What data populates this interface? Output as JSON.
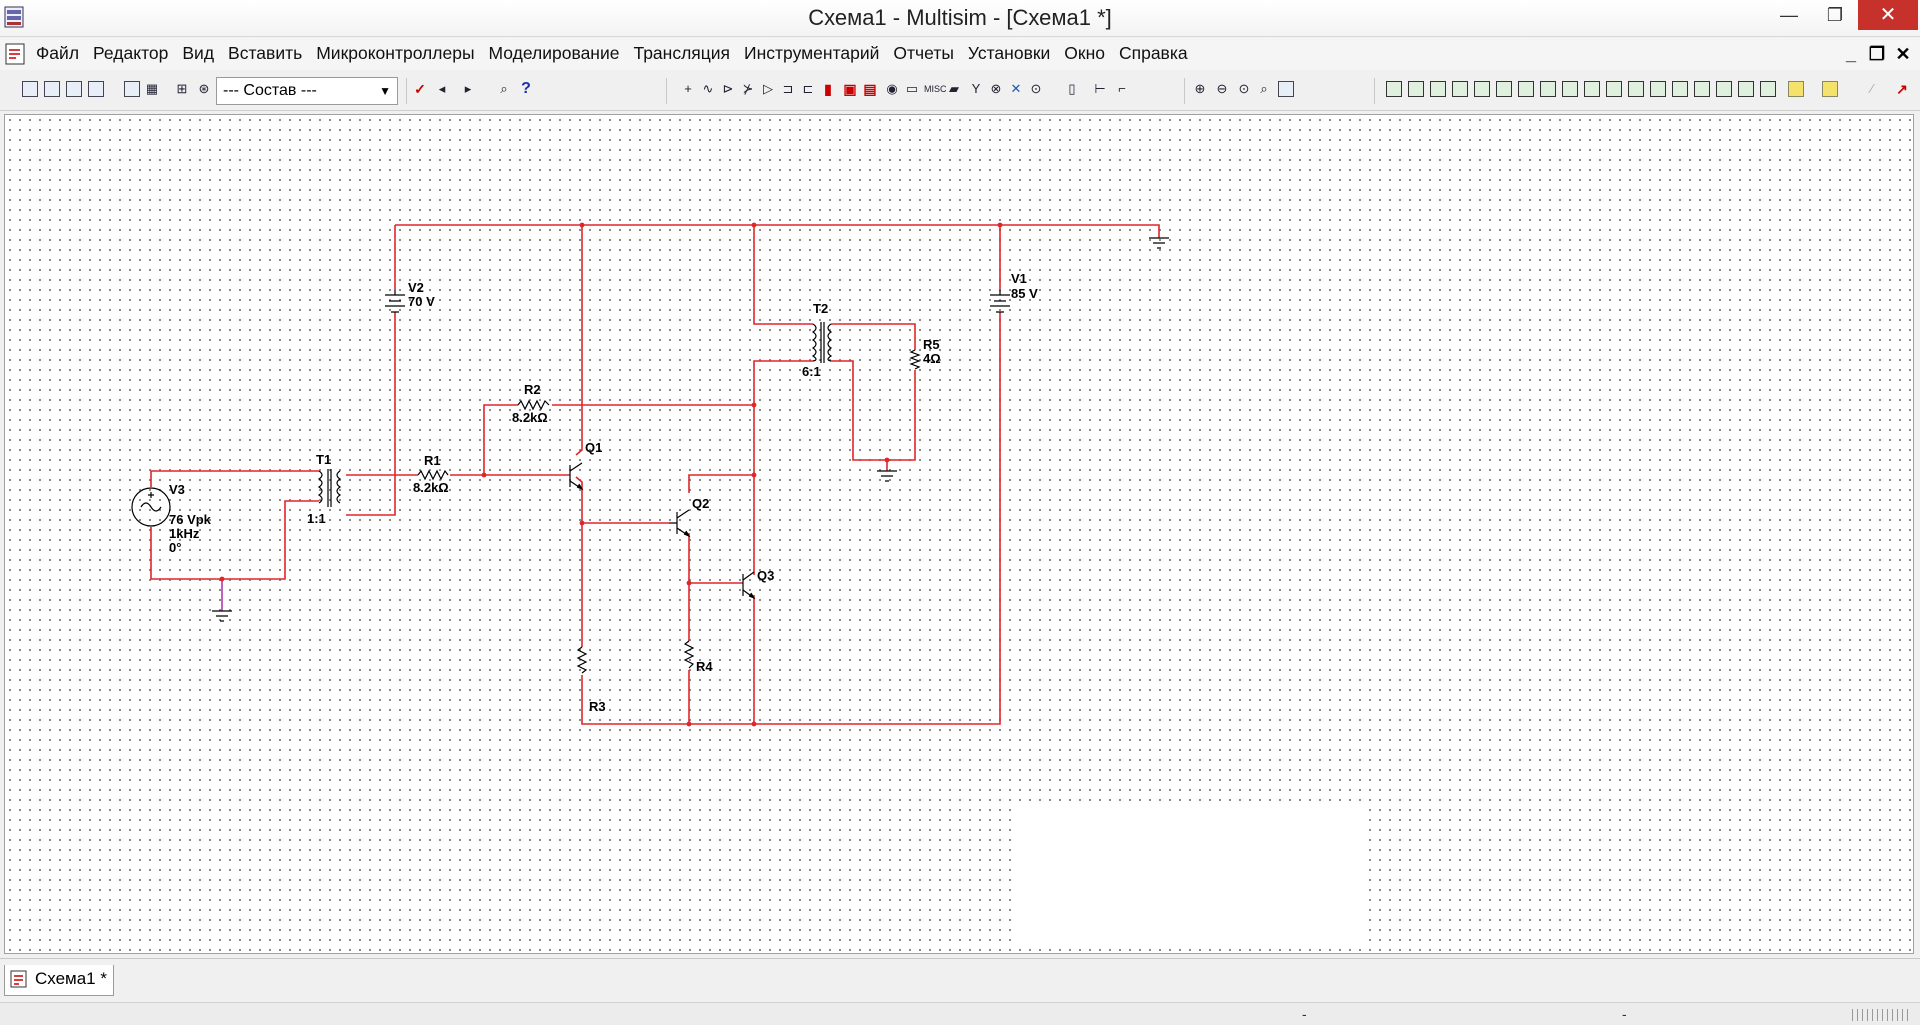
{
  "window": {
    "title": "Схема1 - Multisim - [Схема1 *]",
    "minimize": "—",
    "maximize": "❐",
    "close": "✕"
  },
  "menu": {
    "items": [
      "Файл",
      "Редактор",
      "Вид",
      "Вставить",
      "Микроконтроллеры",
      "Моделирование",
      "Трансляция",
      "Инструментарий",
      "Отчеты",
      "Установки",
      "Окно",
      "Справка"
    ],
    "doc_minimize": "_",
    "doc_restore": "❐",
    "doc_close": "✕"
  },
  "toolbar": {
    "component_select": "--- Состав ---",
    "help_icon": "?"
  },
  "schematic": {
    "components": {
      "v1": {
        "ref": "V1",
        "value": "85 V"
      },
      "v2": {
        "ref": "V2",
        "value": "70 V"
      },
      "v3": {
        "ref": "V3",
        "amplitude": "76 Vpk",
        "frequency": "1kHz",
        "phase": "0°"
      },
      "t1": {
        "ref": "T1",
        "ratio": "1:1"
      },
      "t2": {
        "ref": "T2",
        "ratio": "6:1"
      },
      "r1": {
        "ref": "R1",
        "value": "8.2kΩ"
      },
      "r2": {
        "ref": "R2",
        "value": "8.2kΩ"
      },
      "r3": {
        "ref": "R3"
      },
      "r4": {
        "ref": "R4"
      },
      "r5": {
        "ref": "R5",
        "value": "4Ω"
      },
      "q1": {
        "ref": "Q1"
      },
      "q2": {
        "ref": "Q2"
      },
      "q3": {
        "ref": "Q3"
      }
    },
    "wire_color": "#e0262a"
  },
  "tabs": [
    {
      "label": "Схема1 *"
    }
  ],
  "status": {
    "left": "-",
    "right": "-"
  }
}
